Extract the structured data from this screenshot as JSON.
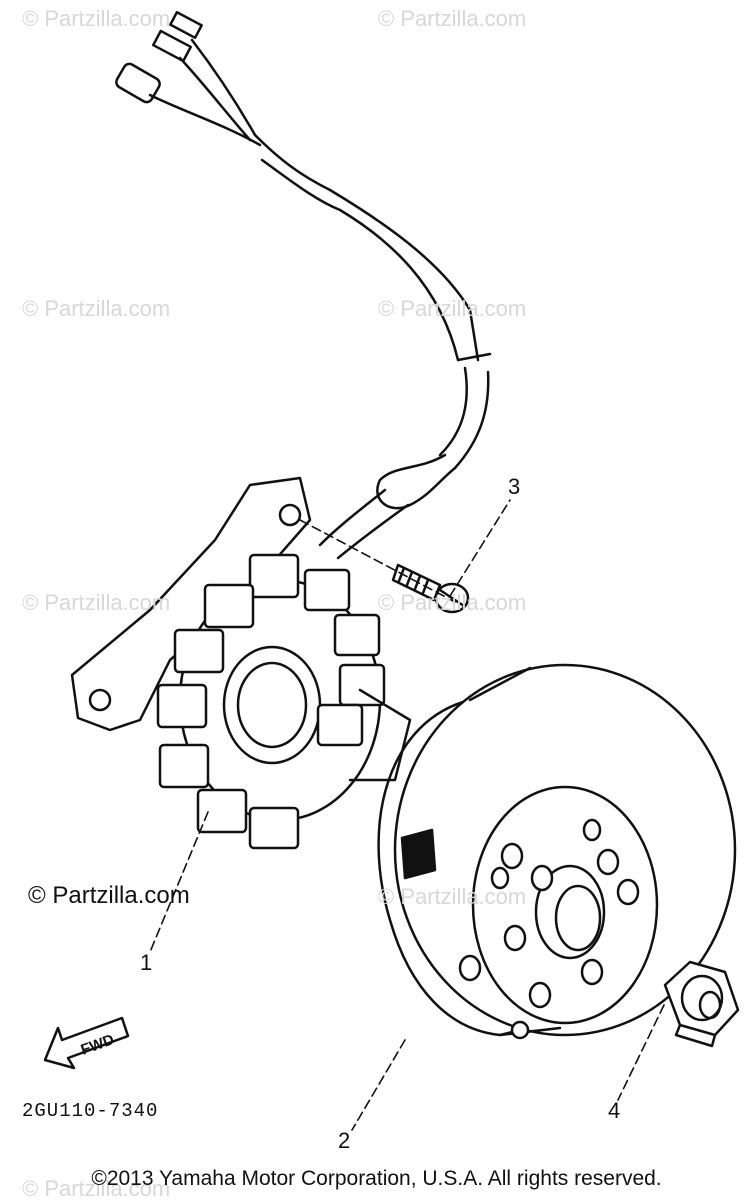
{
  "watermark": "© Partzilla.com",
  "brand_mark": "© Partzilla.com",
  "callouts": {
    "part1": "1",
    "part2": "2",
    "part3": "3",
    "part4": "4"
  },
  "fwd_label": "FWD",
  "part_code": "2GU110-7340",
  "copyright": "©2013 Yamaha Motor Corporation, U.S.A. All rights reserved."
}
